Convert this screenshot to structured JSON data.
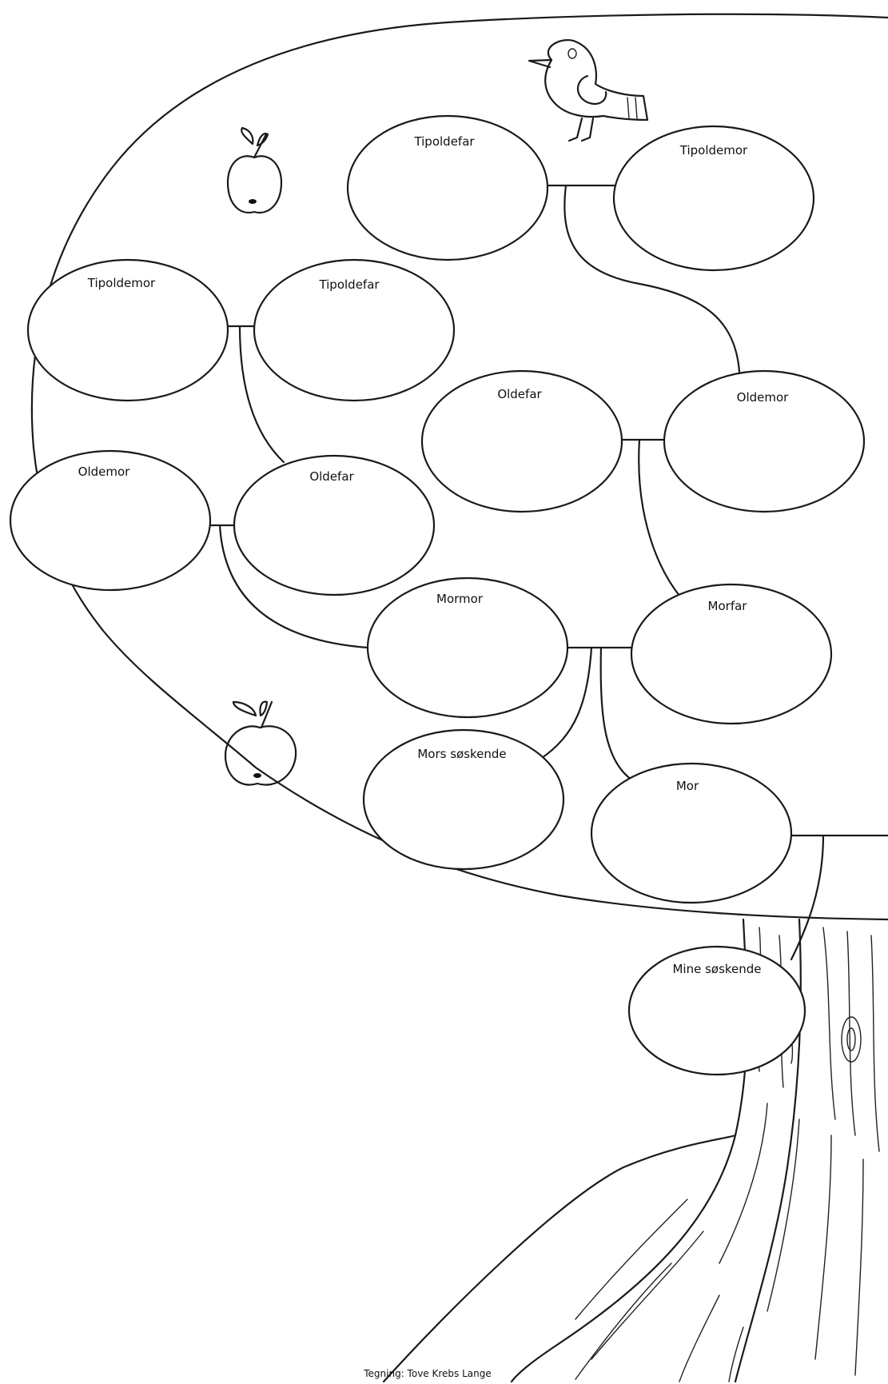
{
  "nodes": {
    "tipoldefar_top": "Tipoldefar",
    "tipoldemor_top": "Tipoldemor",
    "tipoldemor_left": "Tipoldemor",
    "tipoldefar_left": "Tipoldefar",
    "oldefar_right": "Oldefar",
    "oldemor_right": "Oldemor",
    "oldemor_left": "Oldemor",
    "oldefar_left": "Oldefar",
    "mormor": "Mormor",
    "morfar": "Morfar",
    "mors_soskende": "Mors søskende",
    "mor": "Mor",
    "mine_soskende": "Mine søskende"
  },
  "credit": "Tegning: Tove Krebs Lange",
  "decorations": [
    "bird-icon",
    "apple-icon",
    "apple-icon",
    "tree-trunk"
  ]
}
